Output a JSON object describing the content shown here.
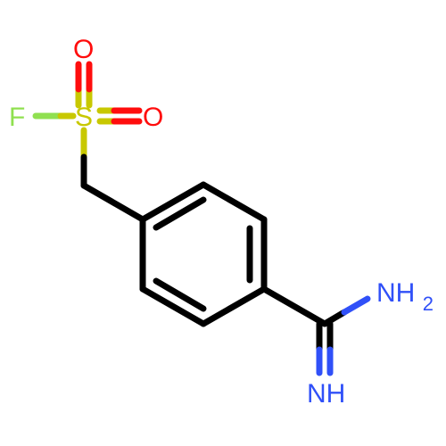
{
  "molecule": {
    "atoms": {
      "fluorine": {
        "symbol": "F",
        "color": "#90e050"
      },
      "sulfur": {
        "symbol": "S",
        "color": "#c8c800"
      },
      "oxygen_top": {
        "symbol": "O",
        "color": "#ff0d0d"
      },
      "oxygen_right": {
        "symbol": "O",
        "color": "#ff0d0d"
      },
      "amine": {
        "symbol": "NH",
        "subscript": "2",
        "color": "#3050f8"
      },
      "imine": {
        "symbol": "NH",
        "color": "#3050f8"
      }
    },
    "colors": {
      "bond": "#000000",
      "sulfur_bond": "#c8c800",
      "oxygen_bond": "#ff0d0d",
      "fluorine_bond": "#90e050",
      "nitrogen_bond": "#3050f8"
    }
  }
}
